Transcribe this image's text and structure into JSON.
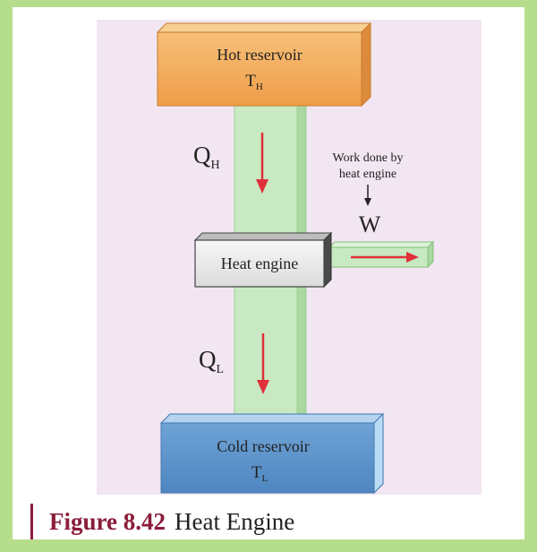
{
  "diagram": {
    "hot_reservoir": {
      "label": "Hot reservoir",
      "temp_symbol": "T",
      "temp_subscript": "H"
    },
    "heat_in": {
      "symbol": "Q",
      "subscript": "H"
    },
    "work_note": {
      "line1": "Work done by",
      "line2": "heat engine"
    },
    "work": {
      "symbol": "W"
    },
    "engine": {
      "label": "Heat engine"
    },
    "heat_out": {
      "symbol": "Q",
      "subscript": "L"
    },
    "cold_reservoir": {
      "label": "Cold reservoir",
      "temp_symbol": "T",
      "temp_subscript": "L"
    }
  },
  "caption": {
    "number": "Figure 8.42",
    "title": "Heat Engine"
  },
  "colors": {
    "frame_green": "#b6dd8c",
    "panel_lavender": "#f1e6f1",
    "hot_orange": "#f4ad5c",
    "cold_blue": "#5e95cd",
    "column_green": "#c8e9c1",
    "arrow_red": "#e0303a",
    "engine_gray": "#ebebeb",
    "caption_maroon": "#8a1e3b"
  }
}
